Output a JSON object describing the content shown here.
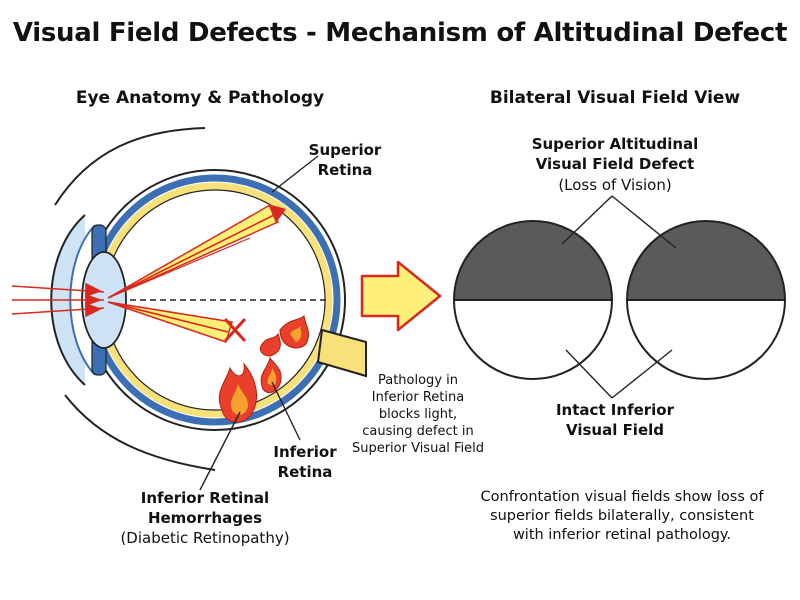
{
  "title": "Visual Field Defects - Mechanism of Altitudinal Defect",
  "left_panel": {
    "heading": "Eye Anatomy & Pathology",
    "superior_retina": [
      "Superior",
      "Retina"
    ],
    "inferior_retina": [
      "Inferior",
      "Retina"
    ],
    "hemorrhage_label": [
      "Inferior Retinal",
      "Hemorrhages"
    ],
    "hemorrhage_cause": "(Diabetic Retinopathy)",
    "pathology_note": [
      "Pathology in",
      "Inferior Retina",
      "blocks light,",
      "causing defect in",
      "Superior Visual Field"
    ]
  },
  "right_panel": {
    "heading": "Bilateral Visual Field View",
    "defect_label": [
      "Superior Altitudinal",
      "Visual Field Defect"
    ],
    "defect_sub": "(Loss of Vision)",
    "intact_label": [
      "Intact Inferior",
      "Visual Field"
    ],
    "summary": [
      "Confrontation visual fields show loss of",
      "superior fields bilaterally, consistent",
      "with inferior retinal pathology."
    ]
  },
  "colors": {
    "defect_fill": "#5a5a5a",
    "arrow_fill": "#fff07a",
    "arrow_stroke": "#d9281e",
    "flame_red": "#e8402a",
    "flame_orange": "#f7a030",
    "sclera_blue": "#3d6fb5",
    "retina_yellow": "#f8e07a"
  }
}
